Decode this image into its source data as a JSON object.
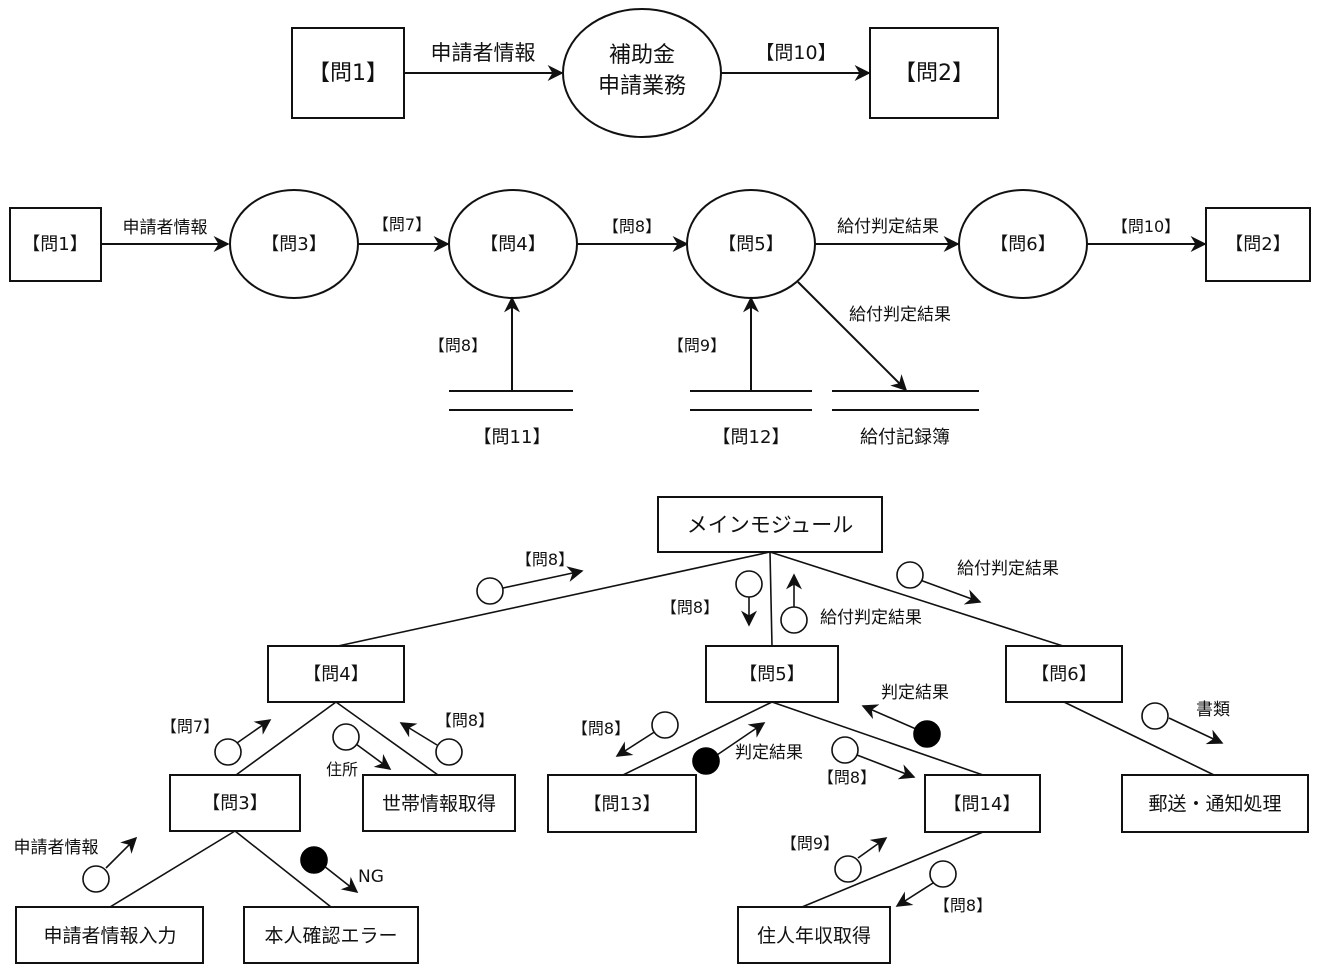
{
  "colors": {
    "stroke": "#111111",
    "background": "#ffffff",
    "filled_couple": "#000000"
  },
  "context_diagram": {
    "external_source": "【問1】",
    "process": [
      "補助金",
      "申請業務"
    ],
    "external_sink": "【問2】",
    "flow_in": "申請者情報",
    "flow_out": "【問10】"
  },
  "dfd": {
    "source": "【問1】",
    "sink": "【問2】",
    "processes": [
      "【問3】",
      "【問4】",
      "【問5】",
      "【問6】"
    ],
    "flows": {
      "source_to_p3": "申請者情報",
      "p3_to_p4": "【問7】",
      "p4_to_p5": "【問8】",
      "p5_to_p6": "給付判定結果",
      "p6_to_sink": "【問10】",
      "store11_to_p4": "【問8】",
      "store12_to_p5": "【問9】",
      "p5_to_record": "給付判定結果"
    },
    "stores": [
      "【問11】",
      "【問12】",
      "給付記録簿"
    ]
  },
  "structure_chart": {
    "main": "メインモジュール",
    "modules": {
      "m4": "【問4】",
      "m5": "【問5】",
      "m6": "【問6】",
      "m3": "【問3】",
      "household": "世帯情報取得",
      "m13": "【問13】",
      "m14": "【問14】",
      "mail": "郵送・通知処理",
      "input": "申請者情報入力",
      "id_error": "本人確認エラー",
      "income": "住人年収取得"
    },
    "couples": {
      "main_m4_down": "【問8】",
      "main_m5_down": "【問8】",
      "m5_main_up": "給付判定結果",
      "main_m6_down": "給付判定結果",
      "m3_m4_up": "【問7】",
      "m4_household_down": "住所",
      "household_m4_up": "【問8】",
      "input_m3_up": "申請者情報",
      "m3_error_flag": "NG",
      "m5_m13_down": "【問8】",
      "m13_m5_up": "判定結果",
      "m5_m14_down": "【問8】",
      "m14_m5_up": "判定結果",
      "m6_mail_down": "書類",
      "income_m14_up": "【問9】",
      "m14_income_down": "【問8】"
    }
  }
}
